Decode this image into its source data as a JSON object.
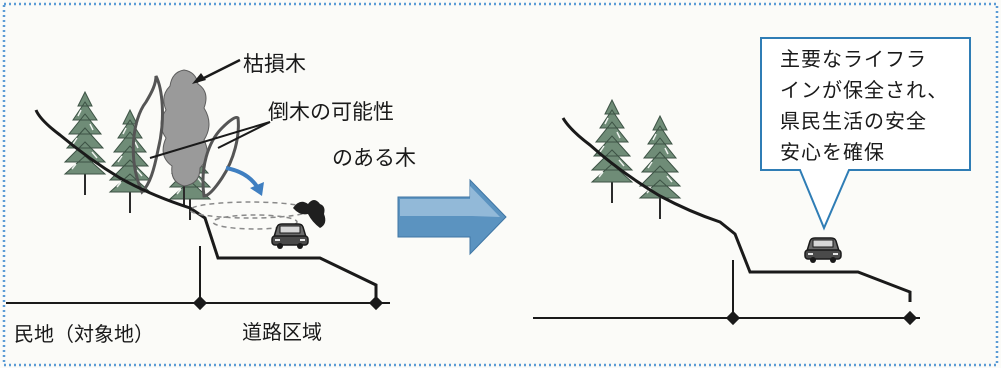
{
  "labels": {
    "dead_tree": "枯損木",
    "fall_risk_line1": "倒木の可能性",
    "fall_risk_line2": "のある木",
    "private_land": "民地（対象地）",
    "road_area": "道路区域"
  },
  "callout": {
    "lines": [
      "主要なライフラ",
      "インが保全され、",
      "県民生活の安全",
      "安心を確保"
    ]
  },
  "colors": {
    "frame": "#5b9bd5",
    "arrow": "#5b93c0",
    "arrow_highlight": "#a9c9e2",
    "callout_border": "#2f7db5",
    "tree": "#6f8c77",
    "dead_tree": "#9a9a9a",
    "line": "#1a1a1a"
  },
  "icons": [
    "pine-tree-icon",
    "car-icon",
    "arrow-right-icon",
    "curved-arrow-icon",
    "fallen-branch-icon"
  ]
}
